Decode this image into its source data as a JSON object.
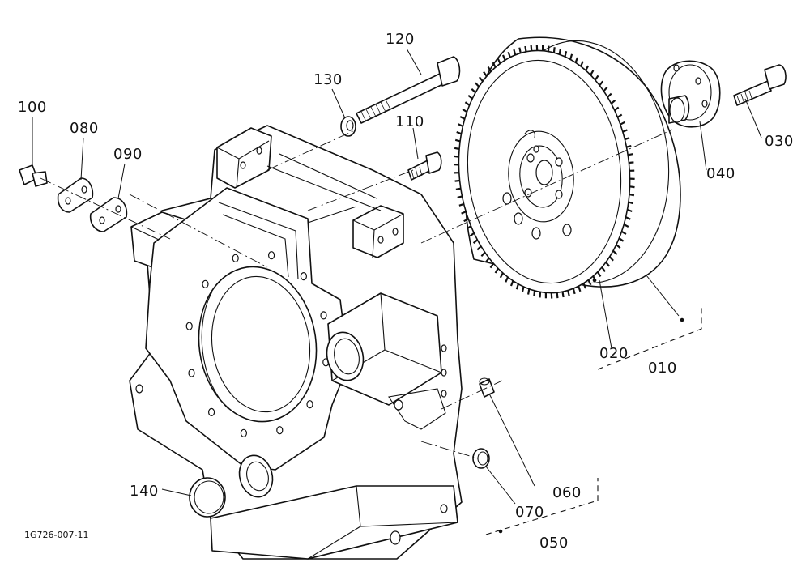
{
  "drawing_code": "1G726-007-11",
  "labels": {
    "p010": "010",
    "p020": "020",
    "p030": "030",
    "p040": "040",
    "p050": "050",
    "p060": "060",
    "p070": "070",
    "p080": "080",
    "p090": "090",
    "p100": "100",
    "p110": "110",
    "p120": "120",
    "p130": "130",
    "p140": "140"
  }
}
